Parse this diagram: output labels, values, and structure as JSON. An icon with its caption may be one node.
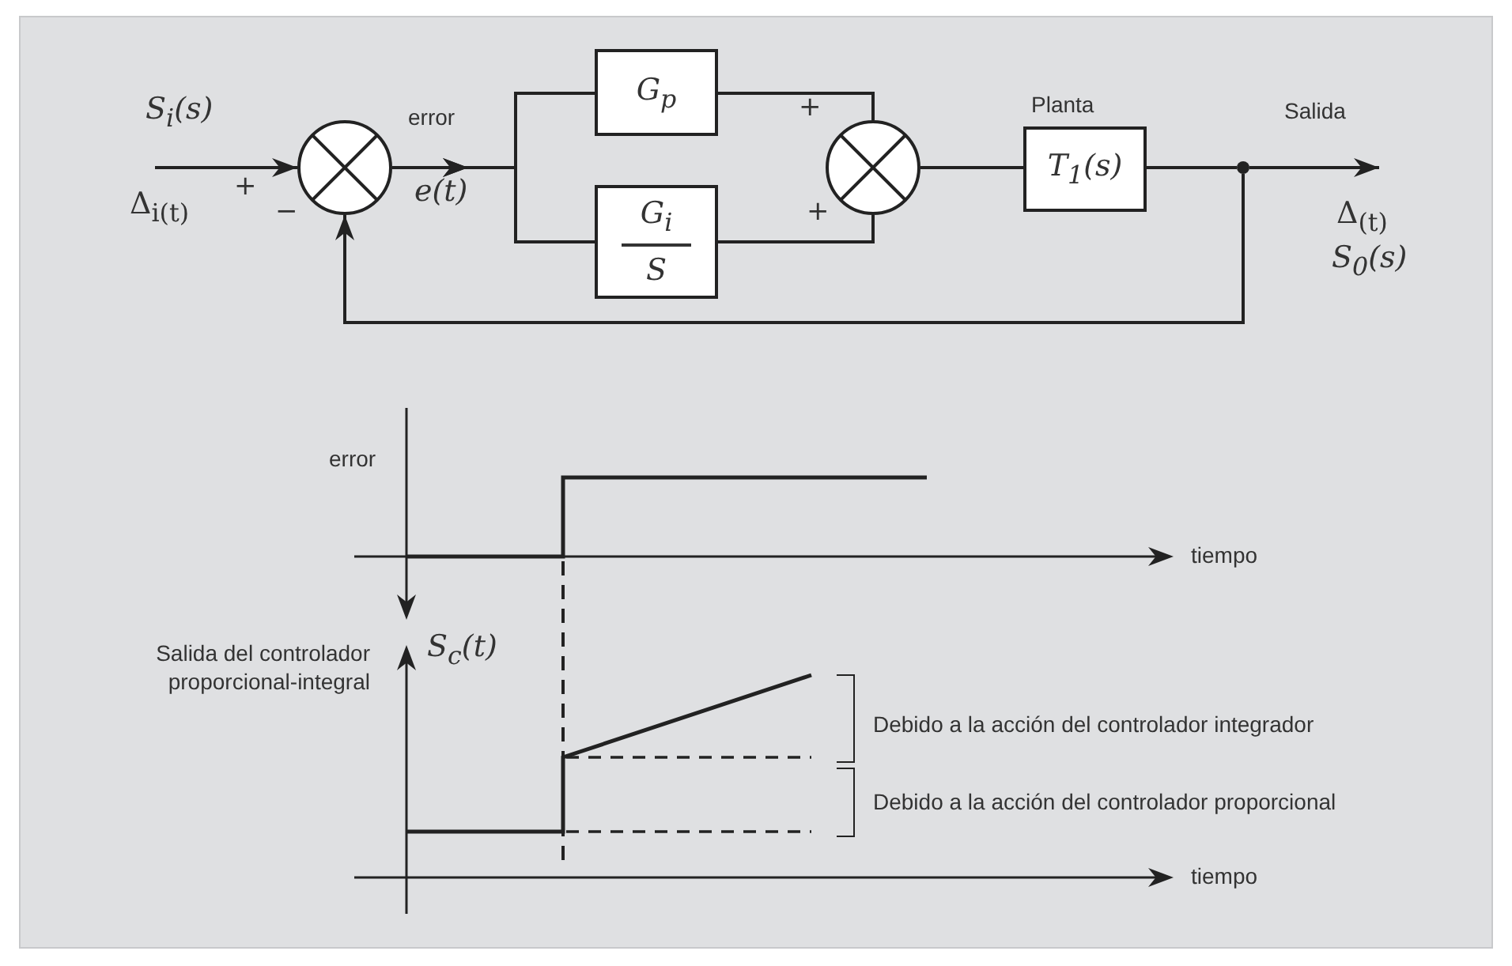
{
  "diagram": {
    "nodes": [
      {
        "text": [],
        "shape": "circle",
        "beside": [
          "+",
          "−"
        ]
      },
      {
        "text": [
          "G$_{p}$"
        ]
      },
      {
        "text": [
          "G$_{i}$",
          "S"
        ]
      },
      {
        "text": [],
        "shape": "circle",
        "beside": [
          "+",
          "+"
        ]
      },
      {
        "text": [
          "T$_{1}$(s)"
        ],
        "beside": [
          "Planta"
        ]
      },
      {
        "text": [],
        "shape": "circle"
      }
    ],
    "edges": [
      {
        "from": null,
        "to": 0,
        "arrow": "to"
      },
      {
        "from": 0,
        "to": 1,
        "arrow": "to"
      },
      {
        "from": 0,
        "to": 2,
        "arrow": "to"
      },
      {
        "from": 1,
        "to": 3,
        "arrow": "none"
      },
      {
        "from": 2,
        "to": 3,
        "arrow": "none"
      },
      {
        "from": 3,
        "to": 4,
        "arrow": "none"
      },
      {
        "from": 4,
        "to": 5,
        "arrow": "none"
      },
      {
        "from": 5,
        "to": null,
        "arrow": "to"
      },
      {
        "from": 5,
        "to": 0,
        "arrow": "to"
      }
    ],
    "labels": [
      "S$_{i}$(s)",
      "Δ$_{i(t)}$",
      "error",
      "e(t)",
      "Salida",
      "Δ$_{(t)}$",
      "S$_{0}$(s)",
      "error",
      "tiempo",
      "Salida del controlador proporcional-integral",
      "S$_{c}$(t)",
      "Debido a la acción del controlador integrador",
      "Debido a la acción del controlador proporcional",
      "tiempo"
    ]
  }
}
